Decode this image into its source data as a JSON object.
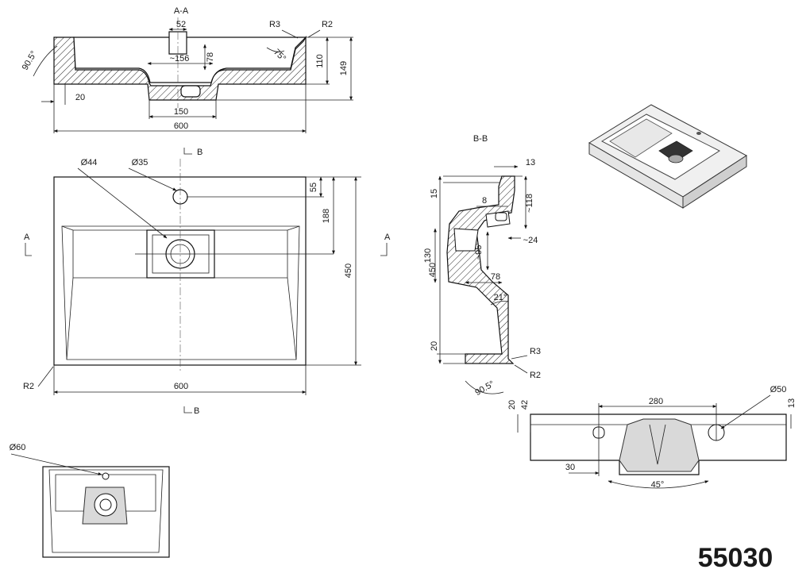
{
  "sections": {
    "aa_title": "A-A",
    "bb_title": "B-B",
    "cut_a_left": "A",
    "cut_a_right": "A",
    "cut_b_top": "B",
    "cut_b_bottom": "B"
  },
  "section_aa": {
    "d52": "52",
    "d156": "~156",
    "d78": "78",
    "r3": "R3",
    "r2": "R2",
    "a75": "75°",
    "a905": "90.5°",
    "d110": "110",
    "d149": "149",
    "d20": "20",
    "d150": "150",
    "d600": "600"
  },
  "top_view": {
    "d44": "Ø44",
    "d35": "Ø35",
    "d55": "55",
    "d188": "188",
    "d450": "450",
    "d600": "600",
    "r2": "R2"
  },
  "section_bb": {
    "d13": "13",
    "d15": "15",
    "d118": "~118",
    "d8": "8",
    "d24": "~24",
    "d95": "~95",
    "d130": "130",
    "d450": "450",
    "d78": "78",
    "a21": "21°",
    "d20": "20",
    "r3": "R3",
    "r2": "R2",
    "a905": "90.5°"
  },
  "side_view": {
    "d280": "280",
    "d50": "Ø50",
    "d20": "20",
    "d42": "42",
    "d13": "13",
    "d30": "30",
    "a45": "45°"
  },
  "bottom_view": {
    "d60": "Ø60"
  },
  "model_number": "55030"
}
